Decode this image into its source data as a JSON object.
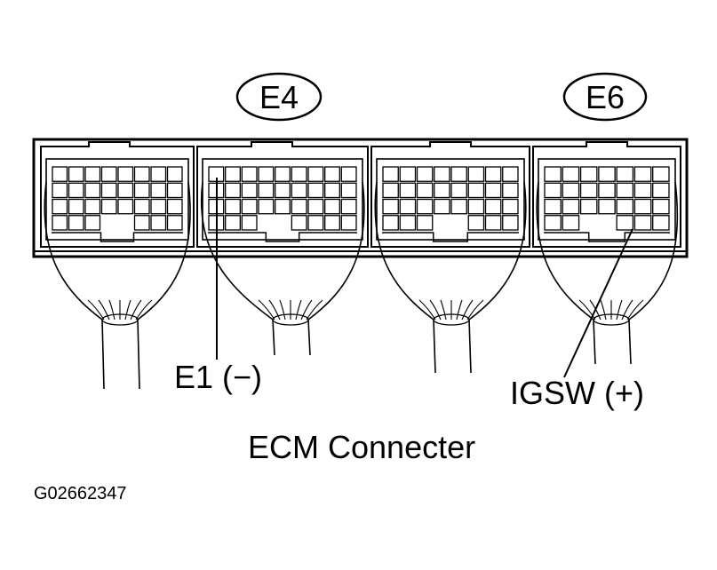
{
  "connectors": {
    "e4": {
      "label": "E4"
    },
    "e6": {
      "label": "E6"
    }
  },
  "callouts": {
    "ground": "E1 (−)",
    "igsw": "IGSW (+)"
  },
  "caption": "ECM Connecter",
  "figure_id": "G02662347",
  "colors": {
    "ink": "#000000",
    "paper": "#ffffff"
  }
}
